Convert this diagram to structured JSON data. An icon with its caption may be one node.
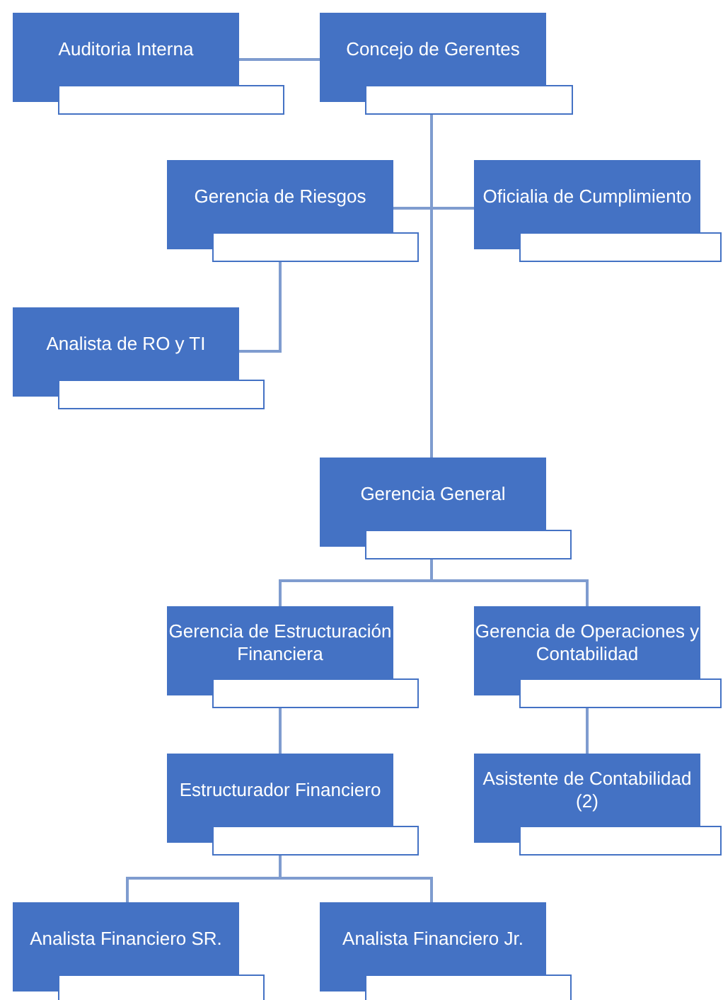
{
  "diagram": {
    "nodes": [
      {
        "text": [
          "Auditoria Interna"
        ]
      },
      {
        "text": [
          "Concejo de Gerentes"
        ]
      },
      {
        "text": [
          "Gerencia de Riesgos"
        ]
      },
      {
        "text": [
          "Oficialia de Cumplimiento"
        ]
      },
      {
        "text": [
          "Analista de RO y TI"
        ]
      },
      {
        "text": [
          "Gerencia General"
        ]
      },
      {
        "text": [
          "Gerencia de Estructuración Financiera"
        ]
      },
      {
        "text": [
          "Gerencia de Operaciones y Contabilidad"
        ]
      },
      {
        "text": [
          "Estructurador Financiero"
        ]
      },
      {
        "text": [
          "Asistente de Contabilidad (2)"
        ]
      },
      {
        "text": [
          "Analista Financiero SR."
        ]
      },
      {
        "text": [
          "Analista Financiero Jr."
        ]
      }
    ],
    "edges": [
      {
        "from": 1,
        "to": 0,
        "arrow": "none"
      },
      {
        "from": 1,
        "to": 2,
        "arrow": "none"
      },
      {
        "from": 1,
        "to": 3,
        "arrow": "none"
      },
      {
        "from": 1,
        "to": 5,
        "arrow": "none"
      },
      {
        "from": 2,
        "to": 4,
        "arrow": "none"
      },
      {
        "from": 5,
        "to": 6,
        "arrow": "none"
      },
      {
        "from": 5,
        "to": 7,
        "arrow": "none"
      },
      {
        "from": 6,
        "to": 8,
        "arrow": "none"
      },
      {
        "from": 7,
        "to": 9,
        "arrow": "none"
      },
      {
        "from": 8,
        "to": 10,
        "arrow": "none"
      },
      {
        "from": 8,
        "to": 11,
        "arrow": "none"
      }
    ]
  }
}
